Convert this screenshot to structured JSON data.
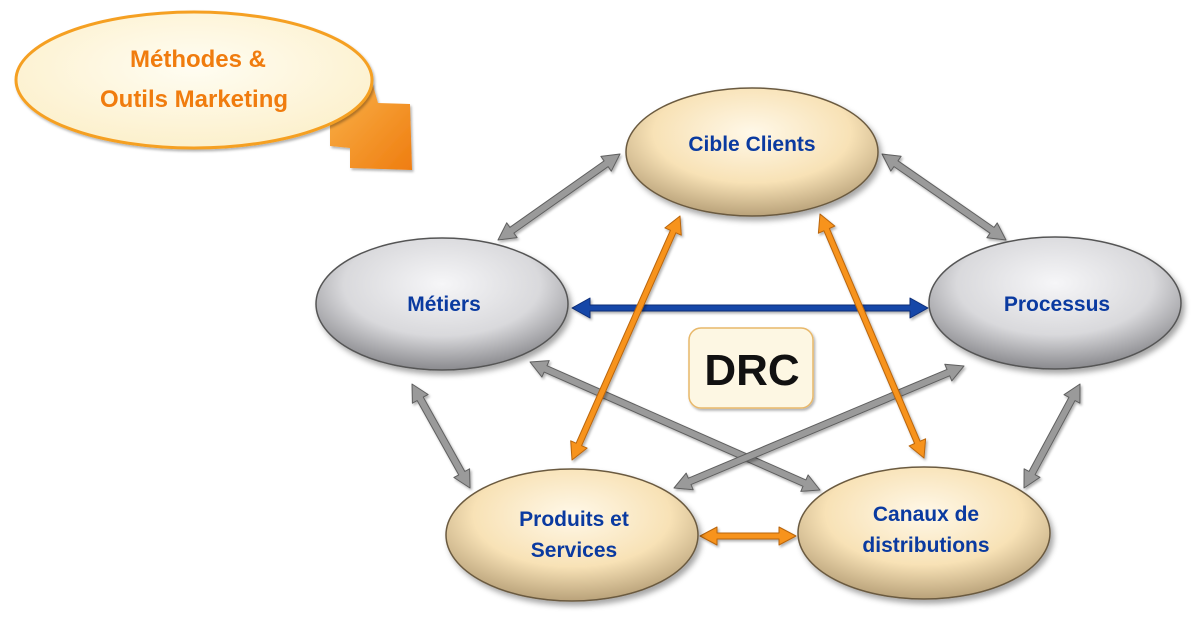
{
  "callout": {
    "lines": [
      "Méthodes &",
      "Outils Marketing"
    ]
  },
  "center_label": "DRC",
  "nodes": {
    "cible": {
      "lines": [
        "Cible Clients"
      ]
    },
    "metiers": {
      "lines": [
        "Métiers"
      ]
    },
    "processus": {
      "lines": [
        "Processus"
      ]
    },
    "produits": {
      "lines": [
        "Produits et",
        "Services"
      ]
    },
    "canaux": {
      "lines": [
        "Canaux de",
        "distributions"
      ]
    }
  },
  "connections": [
    {
      "from": "cible",
      "to": "metiers",
      "style": "gray"
    },
    {
      "from": "cible",
      "to": "processus",
      "style": "gray"
    },
    {
      "from": "metiers",
      "to": "processus",
      "style": "blue"
    },
    {
      "from": "metiers",
      "to": "produits",
      "style": "gray"
    },
    {
      "from": "metiers",
      "to": "canaux",
      "style": "gray"
    },
    {
      "from": "processus",
      "to": "produits",
      "style": "gray"
    },
    {
      "from": "processus",
      "to": "canaux",
      "style": "gray"
    },
    {
      "from": "cible",
      "to": "produits",
      "style": "orange"
    },
    {
      "from": "cible",
      "to": "canaux",
      "style": "orange"
    },
    {
      "from": "produits",
      "to": "canaux",
      "style": "orange"
    }
  ],
  "colors": {
    "node_label": "#0a3aa0",
    "callout_text": "#f07c0e",
    "arrow_gray": "#9a9a9a",
    "arrow_orange": "#f7931e",
    "arrow_blue": "#1546a8",
    "ellipse_cream": "#fbe9c4",
    "ellipse_gray": "#dcdcdf",
    "drc_box": "#fdf7e3"
  }
}
